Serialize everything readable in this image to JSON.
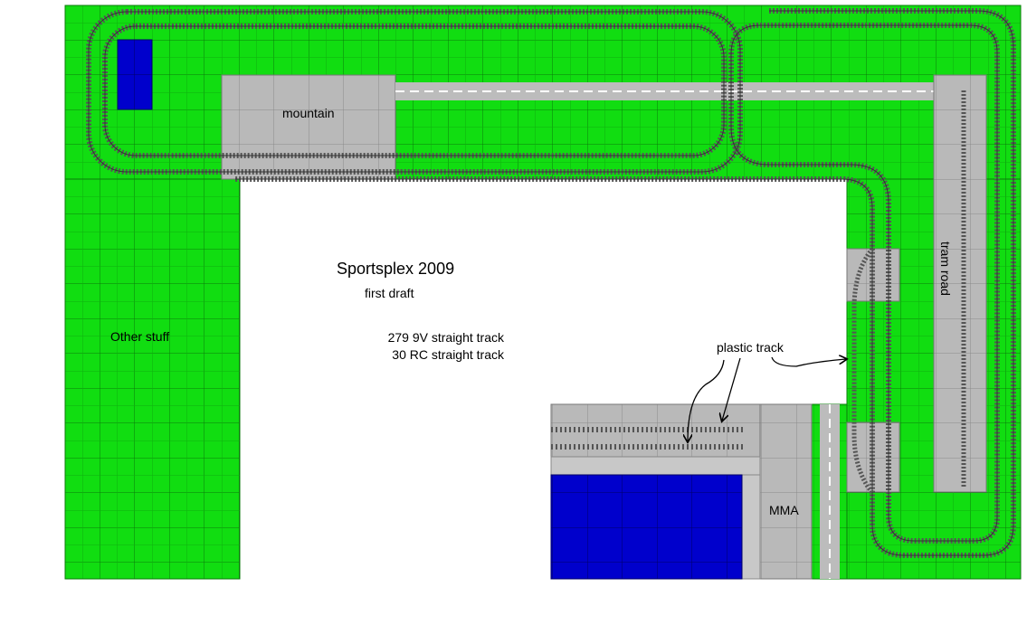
{
  "title": "Sportsplex 2009",
  "subtitle": "first draft",
  "stats": {
    "line1": "279 9V straight track",
    "line2": "30 RC straight track"
  },
  "labels": {
    "mountain": "mountain",
    "other_stuff": "Other stuff",
    "plastic_track": "plastic track",
    "mma": "MMA",
    "tram_road": "tram road"
  },
  "colors": {
    "baseplate": "#11dd11",
    "grid": "#0a8a0a",
    "water": "#0000cc",
    "gray_plate": "#b9b9b9",
    "track": "#555555"
  }
}
